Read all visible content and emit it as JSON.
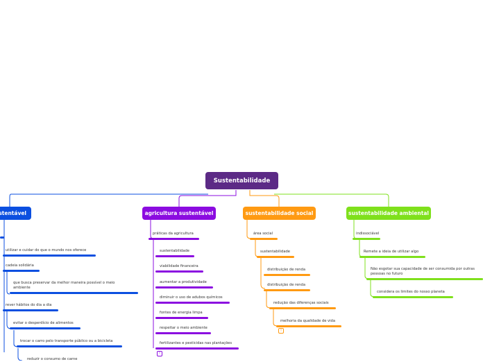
{
  "colors": {
    "root": "#5c2a86",
    "blue": "#0b4fe0",
    "purple": "#8b0ce0",
    "orange": "#ff9a12",
    "green": "#7fe01c"
  },
  "root": {
    "label": "Sustentabilidade"
  },
  "branches": [
    {
      "label": "stentável",
      "items": [
        "utilizar e cuidar do que o mundo nos oferece",
        "cadeia solidária",
        "que busca preservar da melhor maneira possível o meio ambiente",
        "rever hábitos do dia a dia",
        "evitar o desperdício de alimentos",
        "trocar o carro pelo transporte público ou a bicicleta",
        "reduzir o consumo de carne"
      ]
    },
    {
      "label": "agricultura sustentável",
      "items": [
        "práticas da agricultura",
        "sustentabilidade",
        "viabilidade financeira",
        "aumentar a produtividade",
        "diminuir o uso de adubos químicos",
        "fontes de energia limpa",
        "respeitar o meio ambiente",
        "fertilizantes e pesticidas nas plantações"
      ],
      "marker": "!"
    },
    {
      "label": "sustentabilidade social",
      "items": [
        "área social",
        "sustentabilidade",
        "distribuição de renda",
        "distribuição de renda",
        "redução das diferenças sociais",
        "melhoria da qualidade de vida"
      ],
      "marker": "!"
    },
    {
      "label": "sustentabilidade ambiental",
      "items": [
        "indissociável",
        "Remete a ideia de utilizar algo",
        "Não esgotar sua capacidade de ser consumida por outras pessoas no futuro",
        "considera os limites do nosso planeta"
      ]
    }
  ]
}
